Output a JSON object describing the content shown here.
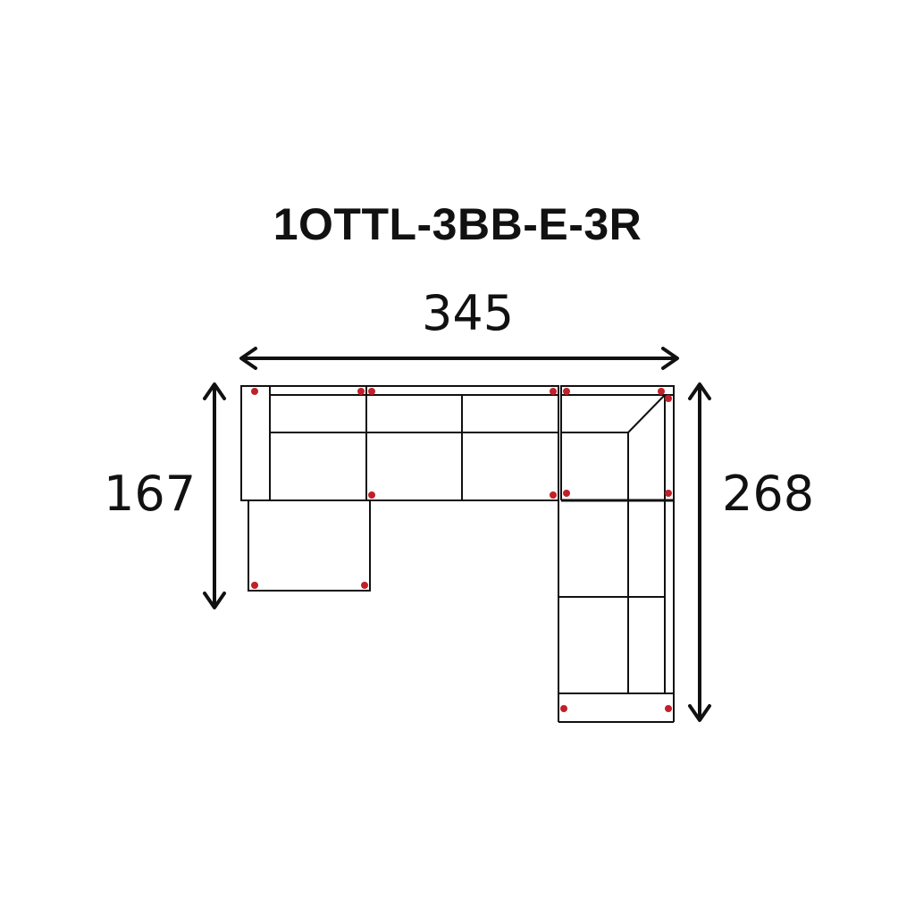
{
  "model_code": "1OTTL-3BB-E-3R",
  "dimensions": {
    "width": "345",
    "left_depth": "167",
    "right_depth": "268"
  },
  "colors": {
    "line": "#111111",
    "connector": "#c0202a",
    "background": "#ffffff"
  }
}
